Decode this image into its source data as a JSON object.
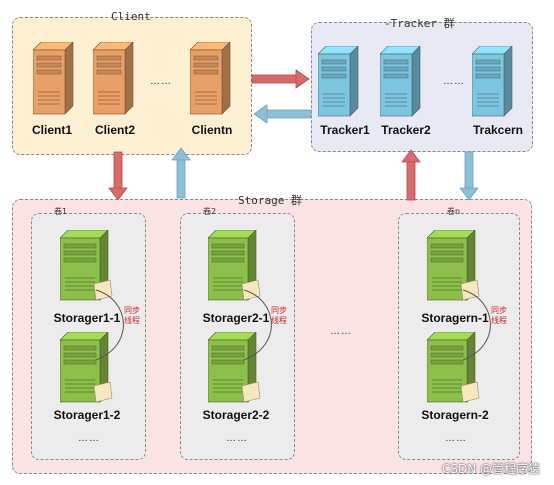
{
  "client_group": {
    "title": "Client",
    "servers": [
      "Client1",
      "Client2",
      "Clientn"
    ],
    "ellipsis": "……"
  },
  "tracker_group": {
    "title": "-Tracker 群",
    "servers": [
      "Tracker1",
      "Tracker2",
      "Trakcern"
    ],
    "ellipsis": "……"
  },
  "storage_group": {
    "title": "Storage 群",
    "volumes": [
      {
        "title": "卷1",
        "top_server": "Storager1-1",
        "bottom_server": "Storager1-2",
        "sync_label": "同步\n线程",
        "ellipsis": "……"
      },
      {
        "title": "卷2",
        "top_server": "Storager2-1",
        "bottom_server": "Storager2-2",
        "sync_label": "同步\n线程",
        "ellipsis": "……"
      },
      {
        "title": "卷n",
        "top_server": "Storagern-1",
        "bottom_server": "Storagern-2",
        "sync_label": "同步\n线程",
        "ellipsis": "……"
      }
    ],
    "between_ellipsis": "……"
  },
  "colors": {
    "client_server": "#e8a066",
    "tracker_server": "#7cc6e0",
    "storage_server": "#8cc04a",
    "red_arrow": "#d96a6a",
    "blue_arrow": "#8dbfd6"
  },
  "watermark": "CSDN @管程序猿"
}
